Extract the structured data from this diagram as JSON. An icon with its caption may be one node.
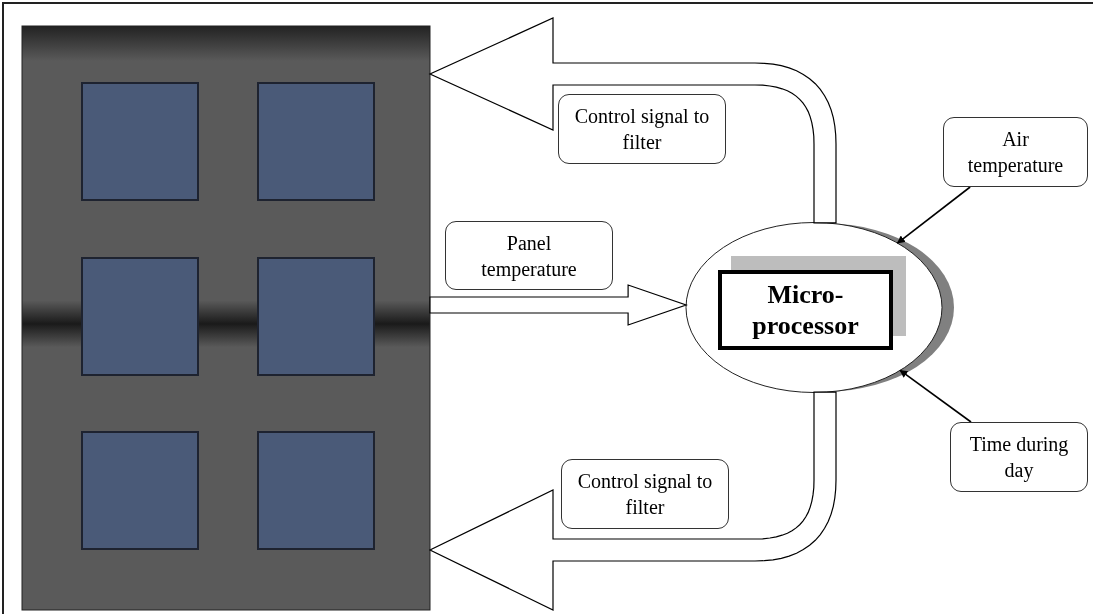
{
  "diagram": {
    "nodes": [
      {
        "text": [],
        "shape": "picture"
      },
      {
        "text": [
          "Control signal to filter"
        ]
      },
      {
        "text": [
          "Air temperature"
        ]
      },
      {
        "text": [
          "Panel temperature"
        ]
      },
      {
        "text": [],
        "shape": "ellipse"
      },
      {
        "text": [
          "Micro- processor"
        ],
        "in": 4
      },
      {
        "text": [
          "Time during day"
        ]
      },
      {
        "text": [
          "Control signal to filter"
        ]
      }
    ],
    "edges": [
      {
        "from": 4,
        "to": 0,
        "arrow": "to",
        "style": "thick"
      },
      {
        "from": 0,
        "to": 4,
        "arrow": "to",
        "style": "thick"
      },
      {
        "from": 4,
        "to": 0,
        "arrow": "to",
        "style": "thick"
      },
      {
        "from": 2,
        "to": 4,
        "arrow": "to"
      },
      {
        "from": 6,
        "to": 4,
        "arrow": "to"
      }
    ]
  }
}
